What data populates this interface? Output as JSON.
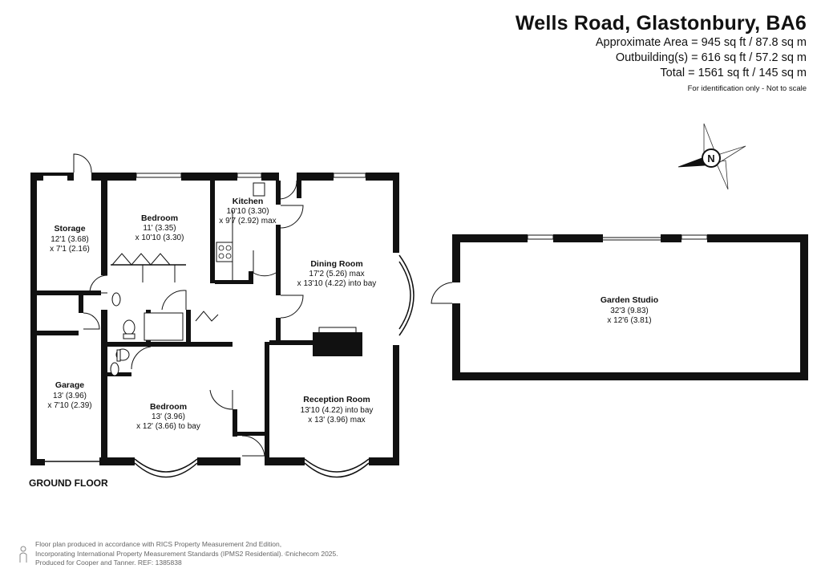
{
  "header": {
    "title": "Wells Road, Glastonbury, BA6",
    "approx_area": "Approximate Area = 945 sq ft / 87.8 sq m",
    "outbuildings": "Outbuilding(s) = 616 sq ft / 57.2 sq m",
    "total": "Total = 1561 sq ft / 145 sq m",
    "disclaimer": "For identification only - Not to scale"
  },
  "compass": {
    "label": "N"
  },
  "floor_label": "GROUND FLOOR",
  "rooms": {
    "storage": {
      "name": "Storage",
      "dim1": "12'1 (3.68)",
      "dim2": "x 7'1 (2.16)"
    },
    "bedroom1": {
      "name": "Bedroom",
      "dim1": "11' (3.35)",
      "dim2": "x 10'10 (3.30)"
    },
    "kitchen": {
      "name": "Kitchen",
      "dim1": "10'10 (3.30)",
      "dim2": "x 9'7 (2.92) max"
    },
    "dining": {
      "name": "Dining Room",
      "dim1": "17'2 (5.26) max",
      "dim2": "x 13'10 (4.22) into bay"
    },
    "garage": {
      "name": "Garage",
      "dim1": "13' (3.96)",
      "dim2": "x 7'10 (2.39)"
    },
    "bedroom2": {
      "name": "Bedroom",
      "dim1": "13' (3.96)",
      "dim2": "x 12' (3.66) to bay"
    },
    "reception": {
      "name": "Reception Room",
      "dim1": "13'10 (4.22) into bay",
      "dim2": "x 13' (3.96) max"
    },
    "studio": {
      "name": "Garden Studio",
      "dim1": "32'3 (9.83)",
      "dim2": "x 12'6 (3.81)"
    }
  },
  "footer": {
    "line1": "Floor plan produced in accordance with RICS Property Measurement 2nd Edition,",
    "line2": "Incorporating International Property Measurement Standards (IPMS2 Residential).  ©nichecom 2025.",
    "line3": "Produced for Cooper and Tanner.   REF:  1385838"
  }
}
